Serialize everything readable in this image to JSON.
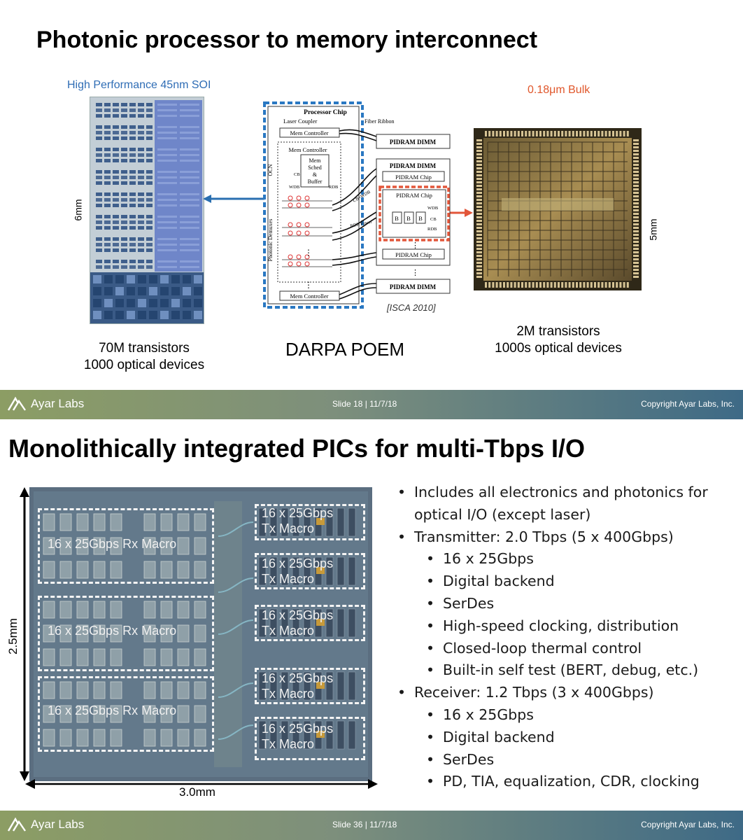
{
  "slide1": {
    "title": "Photonic processor to memory interconnect",
    "left_label": "High Performance 45nm SOI",
    "right_label": "0.18μm Bulk",
    "left_dim": "6mm",
    "right_dim": "5mm",
    "left_caption": [
      "70M transistors",
      "1000 optical devices"
    ],
    "center_caption": "DARPA POEM",
    "right_caption": [
      "2M transistors",
      "1000s optical devices"
    ],
    "citation": "[ISCA 2010]",
    "diagram": {
      "processor_chip": "Processor Chip",
      "laser_coupler": "Laser Coupler",
      "fiber_ribbon": "Fiber Ribbon",
      "mem_controller": "Mem Controller",
      "ocn": "OCN",
      "cb": "CB",
      "wdb": "WDB",
      "rdb": "RDB",
      "mem_sched": [
        "Mem",
        "Sched",
        "&",
        "Buffer"
      ],
      "photonic_demuxes": "Photonic Demuxes",
      "pidram_dimm": "PIDRAM DIMM",
      "pidram_chip": "PIDRAM Chip",
      "bank": "B",
      "ellipsis": "⋮",
      "cb_wdb": "CB+WDB",
      "rdb_power": "RDB Power"
    },
    "colors": {
      "blue_label": "#2f6db5",
      "red_label": "#e0572b",
      "dashed_blue": "#2a78c2",
      "dashed_red": "#e2563a"
    }
  },
  "footer1": {
    "brand": "Ayar Labs",
    "slide": "Slide 18  |  11/7/18",
    "copyright": "Copyright Ayar Labs, Inc."
  },
  "slide2": {
    "title": "Monolithically integrated PICs for multi-Tbps I/O",
    "dim_height": "2.5mm",
    "dim_width": "3.0mm",
    "rx_macros": [
      "16 x 25Gbps Rx Macro",
      "16 x 25Gbps Rx Macro",
      "16 x 25Gbps Rx Macro"
    ],
    "tx_macro_line1": "16 x 25Gbps",
    "tx_macro_line2": "Tx Macro",
    "bullets": [
      {
        "level": 1,
        "text": "Includes all electronics and photonics for optical I/O (except laser)"
      },
      {
        "level": 1,
        "text": "Transmitter: 2.0 Tbps (5 x 400Gbps)"
      },
      {
        "level": 2,
        "text": "16 x 25Gbps"
      },
      {
        "level": 2,
        "text": "Digital backend"
      },
      {
        "level": 2,
        "text": "SerDes"
      },
      {
        "level": 2,
        "text": "High-speed clocking, distribution"
      },
      {
        "level": 2,
        "text": "Closed-loop thermal control"
      },
      {
        "level": 2,
        "text": "Built-in self test (BERT, debug, etc.)"
      },
      {
        "level": 1,
        "text": "Receiver: 1.2 Tbps (3 x 400Gbps)"
      },
      {
        "level": 2,
        "text": "16 x 25Gbps"
      },
      {
        "level": 2,
        "text": "Digital backend"
      },
      {
        "level": 2,
        "text": "SerDes"
      },
      {
        "level": 2,
        "text": "PD, TIA, equalization, CDR, clocking"
      }
    ]
  },
  "footer2": {
    "brand": "Ayar Labs",
    "slide": "Slide 36  |  11/7/18",
    "copyright": "Copyright Ayar Labs, Inc."
  }
}
